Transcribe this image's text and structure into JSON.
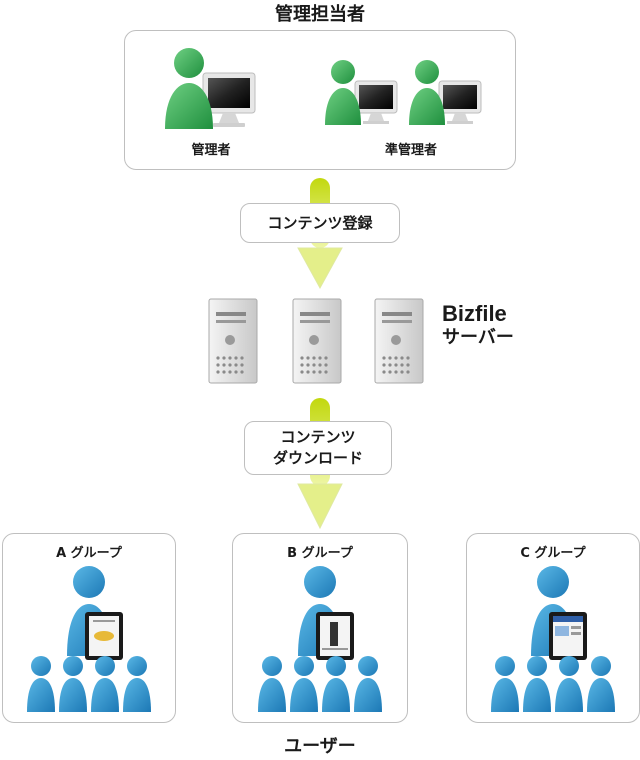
{
  "admin_section": {
    "title": "管理担当者",
    "admin_label": "管理者",
    "sub_admin_label": "準管理者"
  },
  "arrows": {
    "upload_label": "コンテンツ登録",
    "download_label_line1": "コンテンツ",
    "download_label_line2": "ダウンロード"
  },
  "server": {
    "name": "Bizfile",
    "label": "サーバー"
  },
  "groups": [
    {
      "label": "A グループ"
    },
    {
      "label": "B グループ"
    },
    {
      "label": "C グループ"
    }
  ],
  "users_title": "ユーザー",
  "colors": {
    "admin_green": "#2fa84f",
    "user_blue": "#2b8fc9",
    "arrow_yellow": "#d9e84a",
    "border_gray": "#bfbfbf"
  }
}
